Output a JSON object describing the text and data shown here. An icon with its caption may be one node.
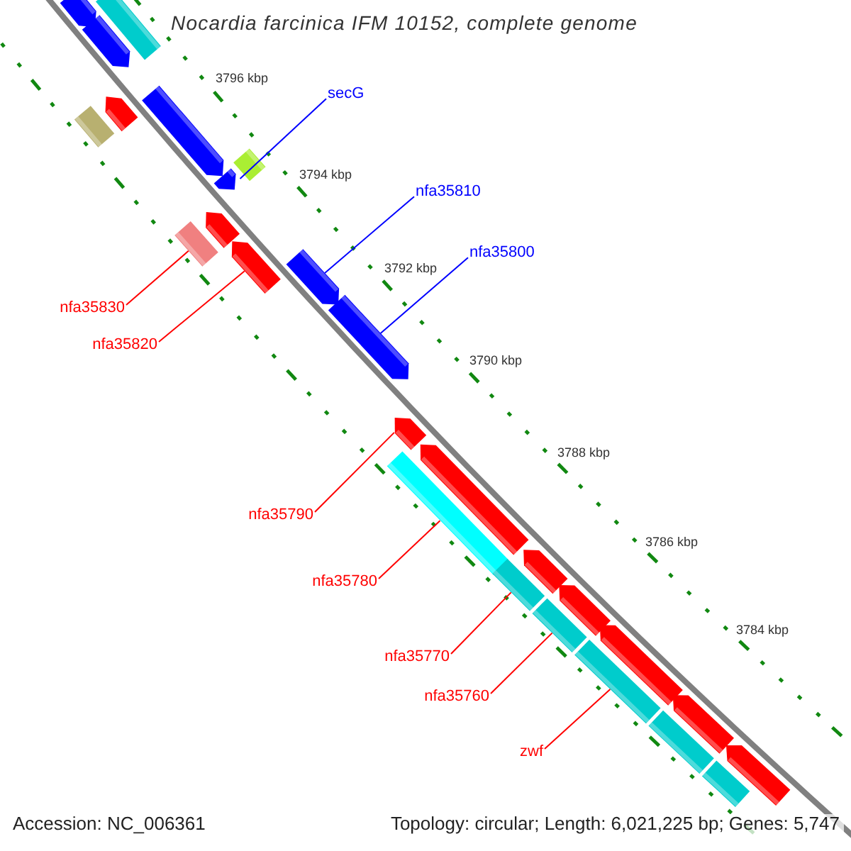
{
  "diagram": {
    "title": "Nocardia farcinica IFM 10152, complete genome",
    "nodes": [
      {
        "text": [
          "secG"
        ]
      },
      {
        "text": [
          "nfa35810"
        ]
      },
      {
        "text": [
          "nfa35800"
        ]
      },
      {
        "text": [
          "nfa35830"
        ]
      },
      {
        "text": [
          "nfa35820"
        ]
      },
      {
        "text": [
          "nfa35790"
        ]
      },
      {
        "text": [
          "nfa35780"
        ]
      },
      {
        "text": [
          "nfa35770"
        ]
      },
      {
        "text": [
          "nfa35760"
        ]
      },
      {
        "text": [
          "zwf"
        ]
      },
      {
        "text": [],
        "shape": "arrow"
      },
      {
        "text": [],
        "shape": "bar"
      },
      {
        "text": [],
        "shape": "arrow"
      },
      {
        "text": [],
        "shape": "arrow"
      },
      {
        "text": [],
        "shape": "arrow"
      },
      {
        "text": [],
        "shape": "bar"
      },
      {
        "text": [],
        "shape": "bar"
      },
      {
        "text": [],
        "shape": "arrow"
      },
      {
        "text": [],
        "shape": "arrow"
      },
      {
        "text": [],
        "shape": "bar"
      },
      {
        "text": [],
        "shape": "arrow"
      },
      {
        "text": [],
        "shape": "arrow"
      },
      {
        "text": [],
        "shape": "arrow"
      },
      {
        "text": [],
        "shape": "arrow"
      },
      {
        "text": [],
        "shape": "arrow"
      },
      {
        "text": [],
        "shape": "bar"
      },
      {
        "text": [],
        "shape": "arrow"
      },
      {
        "text": [],
        "shape": "bar"
      },
      {
        "text": [],
        "shape": "arrow"
      },
      {
        "text": [],
        "shape": "bar"
      },
      {
        "text": [],
        "shape": "arrow"
      },
      {
        "text": [],
        "shape": "bar"
      },
      {
        "text": [],
        "shape": "arrow"
      },
      {
        "text": [],
        "shape": "bar"
      },
      {
        "text": [],
        "shape": "arrow"
      },
      {
        "text": [],
        "shape": "bar"
      }
    ],
    "edges": [
      {
        "from": 0,
        "to": 17,
        "arrow": "none",
        "color": "#0000ff"
      },
      {
        "from": 1,
        "to": 21,
        "arrow": "none",
        "color": "#0000ff"
      },
      {
        "from": 2,
        "to": 22,
        "arrow": "none",
        "color": "#0000ff"
      },
      {
        "from": 3,
        "to": 19,
        "arrow": "none"
      },
      {
        "from": 4,
        "to": 20,
        "arrow": "none"
      },
      {
        "from": 5,
        "to": 23,
        "arrow": "none"
      },
      {
        "from": 6,
        "to": 25,
        "arrow": "none"
      },
      {
        "from": 7,
        "to": 27,
        "arrow": "none"
      },
      {
        "from": 8,
        "to": 29,
        "arrow": "none"
      },
      {
        "from": 9,
        "to": 31,
        "arrow": "none"
      }
    ],
    "labels": [
      "3796 kbp",
      "3794 kbp",
      "3792 kbp",
      "3790 kbp",
      "3788 kbp",
      "3786 kbp",
      "3784 kbp",
      "Accession: NC_006361",
      "Topology: circular; Length: 6,021,225 bp; Genes: 5,747"
    ]
  }
}
